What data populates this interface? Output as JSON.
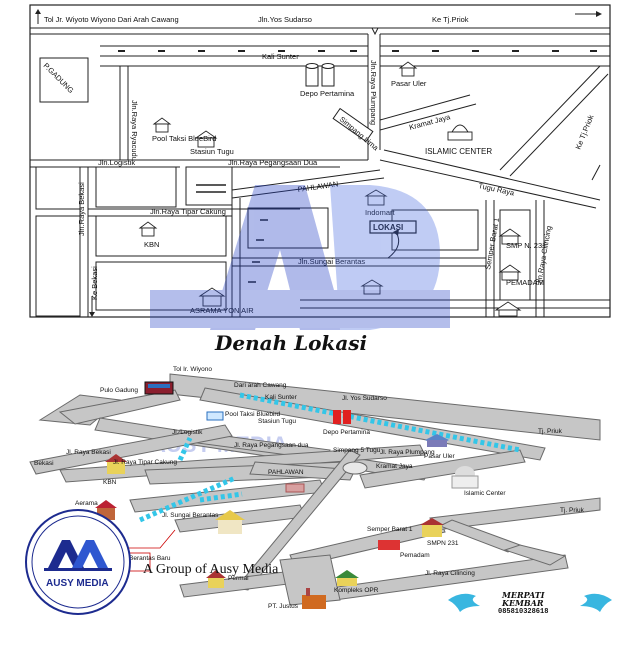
{
  "sketch": {
    "top_road": "Tol Jr. Wiyoto Wiyono Dari Arah Cawang",
    "yos": "Jln.Yos Sudarso",
    "tj_priok_top": "Ke Tj.Priok",
    "kali_sunter": "Kali Sunter",
    "p_gadung": "P.GADUNG",
    "depo": "Depo Pertamina",
    "pasar_uler": "Pasar Uler",
    "plumpang": "Jln.Raya Plumpang",
    "ryacudu": "Jln.Raya Ryacudu",
    "simpang": "Simpang Lima",
    "kramat": "Kramat Jaya",
    "islamic": "ISLAMIC CENTER",
    "tj_priok_right": "Ke Tj.Priok",
    "pool": "Pool Taksi BlueBird",
    "stasiun": "Stasiun Tugu",
    "logistik": "Jln.Logistik",
    "pegangsaan": "Jln.Raya Pegangsaan Dua",
    "tugu": "Tugu Raya",
    "pahlawan": "PAHLAWAN",
    "indomart": "Indomart",
    "lokasi": "LOKASI",
    "bekasi_road": "Jln.Raya Bekasi",
    "tipar": "Jln.Raya Tipar Cakung",
    "kbn": "KBN",
    "sungai": "Jln.Sungai Berantas",
    "semper": "Semper Barat 1",
    "smpn": "SMP N. 231",
    "pemadam": "PEMADAM",
    "cilincing": "Jln.Raya Cilincing",
    "ke_bekasi": "Ke Bekasi",
    "asrama": "ASRAMA YON AIR"
  },
  "map": {
    "title": "Denah Lokasi",
    "tol": "Tol Ir. Wiyono",
    "dari": "Dari arah Cawang",
    "yos": "Jl. Yos Sudarso",
    "pulo": "Pulo Gadung",
    "kali": "Kali Sunter",
    "pool": "Pool Taksi Bluebird",
    "stasiun": "Stasiun Tugu",
    "depo": "Depo Pertamina",
    "tj_priok": "Tj. Priuk",
    "logistik": "Jl. Logistik",
    "pegangsaan": "Jl. Raya Pegangsaan dua",
    "simpang": "Simpang 5 Tugu",
    "plumpang": "Jl. Raya Plumpang",
    "pasar": "Pasar Uler",
    "bekasi_word": "Bekasi",
    "bekasi_road": "Jl. Raya Bekasi",
    "tipar": "Jl. Raya Tipar Cakung",
    "pahlawan": "PAHLAWAN",
    "kramat": "Kramat Jaya",
    "kbn": "KBN",
    "islamic": "Islamic Center",
    "aerama": "Aerama",
    "sungai": "Jl. Sungai Berantas",
    "semper": "Semper Barat 1",
    "tj_priuk2": "Tj. Priuk",
    "berantas": "Berantas Baru",
    "pemadam": "Pemadam",
    "smpn": "SMPN 231",
    "cilincing": "Jl. Raya Cilincing",
    "permai": "Permai",
    "kompleks": "Kompleks OPR",
    "justus": "PT. Justus"
  },
  "branding": {
    "watermark": "AUSY MEDIA",
    "logo_text": "AUSY MEDIA",
    "group": "A Group of Ausy Media",
    "brand1": "MERPATI",
    "brand2": "KEMBAR",
    "phone": "085810328618"
  },
  "colors": {
    "road": "#c8c8c8",
    "road_edge": "#6a6a6a",
    "river": "#33c6e8",
    "watermark": "#1f3cc4",
    "logo_blue": "#1d2b8f",
    "bird": "#38b6e0"
  }
}
